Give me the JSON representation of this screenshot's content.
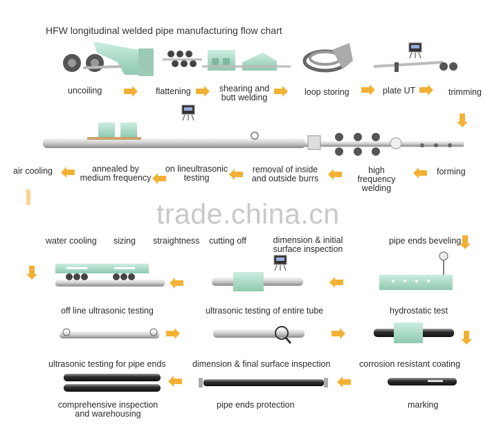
{
  "title": "HFW longitudinal welded pipe manufacturing flow chart",
  "watermark": "trade.china.cn",
  "row1": [
    "uncoiling",
    "flattening",
    "shearing and butt welding",
    "loop storing",
    "plate UT",
    "trimming"
  ],
  "row2": [
    "forming",
    "high frequency welding",
    "removal of inside and outside burrs",
    "on lineultrasonic testing",
    "annealed by medium frequency",
    "air cooling"
  ],
  "row3": [
    "water cooling",
    "sizing",
    "straightness",
    "cutting off",
    "dimension & initial surface inspection",
    "pipe ends beveling"
  ],
  "row4": [
    "hydrostatic test",
    "ultrasonic testing of entire tube",
    "off line ultrasonic testing"
  ],
  "row5": [
    "ultrasonic testing for pipe ends",
    "dimension & final surface inspection",
    "corrosion resistant coating"
  ],
  "row6": [
    "marking",
    "pipe ends protection",
    "comprehensive inspection and warehousing"
  ],
  "colors": {
    "arrow": "#f2b134",
    "machine": "#a8d8c4",
    "pipe": "#c9c9c9",
    "dark_pipe": "#3a3a3a"
  }
}
